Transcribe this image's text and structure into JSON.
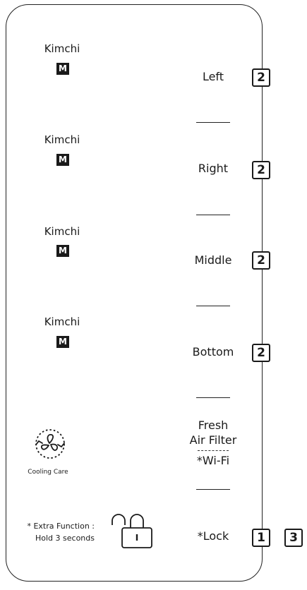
{
  "panel": {
    "zones": [
      {
        "mode_label": "Kimchi",
        "badge": "M",
        "zone_label": "Left",
        "level": "2"
      },
      {
        "mode_label": "Kimchi",
        "badge": "M",
        "zone_label": "Right",
        "level": "2"
      },
      {
        "mode_label": "Kimchi",
        "badge": "M",
        "zone_label": "Middle",
        "level": "2"
      },
      {
        "mode_label": "Kimchi",
        "badge": "M",
        "zone_label": "Bottom",
        "level": "2"
      }
    ],
    "cooling_care": {
      "label": "Cooling Care",
      "icon": "fan-arrows-icon"
    },
    "air_filter": {
      "line1": "Fresh",
      "line2": "Air Filter",
      "wifi": "*Wi-Fi"
    },
    "extra_function": {
      "line1": "* Extra Function :",
      "line2": "Hold 3 seconds"
    },
    "lock": {
      "label": "*Lock",
      "icon": "padlock-open-icon",
      "indicator_1": "1",
      "indicator_3": "3"
    }
  }
}
